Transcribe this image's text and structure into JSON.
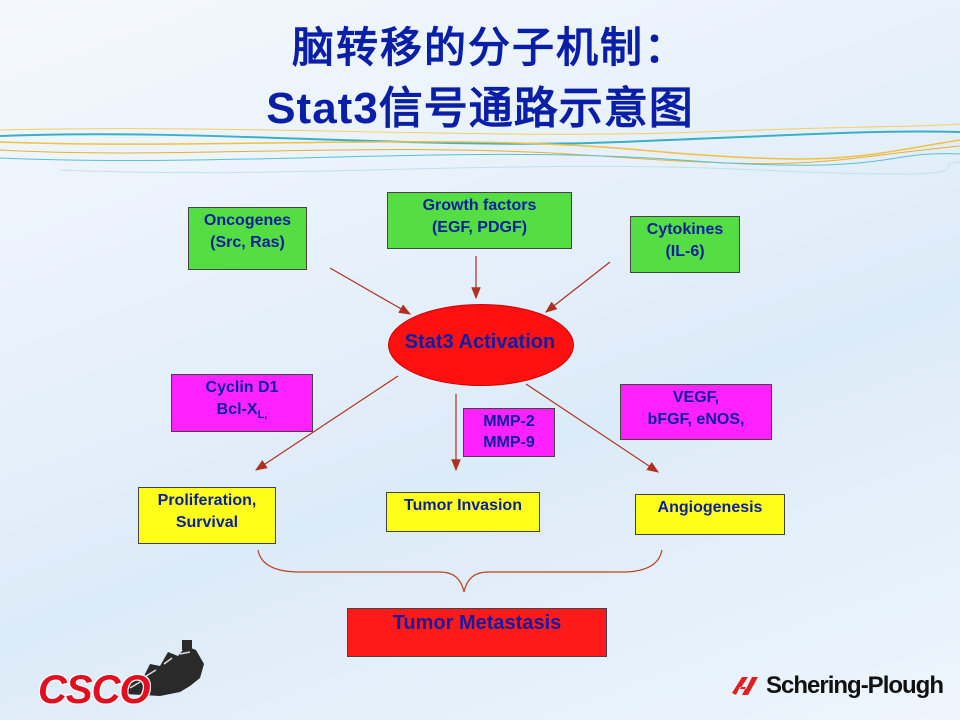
{
  "title": {
    "line1": "脑转移的分子机制：",
    "line2": "Stat3信号通路示意图"
  },
  "nodes": {
    "oncogenes": {
      "line1": "Oncogenes",
      "line2": "(Src, Ras)"
    },
    "growth_factors": {
      "line1": "Growth factors",
      "line2": "(EGF, PDGF)"
    },
    "cytokines": {
      "line1": "Cytokines",
      "line2": "(IL-6)"
    },
    "stat3": {
      "label": "Stat3 Activation"
    },
    "cyclin": {
      "line1": "Cyclin D1",
      "line2_main": "Bcl-X",
      "line2_sub": "L,"
    },
    "mmp": {
      "line1": "MMP-2",
      "line2": "MMP-9"
    },
    "vegf": {
      "line1": "VEGF,",
      "line2": "bFGF, eNOS,"
    },
    "proliferation": {
      "line1": "Proliferation,",
      "line2": "Survival"
    },
    "invasion": {
      "label": "Tumor Invasion"
    },
    "angiogenesis": {
      "label": "Angiogenesis"
    },
    "metastasis": {
      "label": "Tumor Metastasis"
    }
  },
  "logos": {
    "left": "CSCO",
    "right": "Schering-Plough"
  },
  "colors": {
    "title": "#0a1fa8",
    "green_box": "#55dd44",
    "magenta_box": "#ff22ff",
    "yellow_box": "#ffff1a",
    "red": "#ff1a1a",
    "arrow": "#b03020"
  }
}
